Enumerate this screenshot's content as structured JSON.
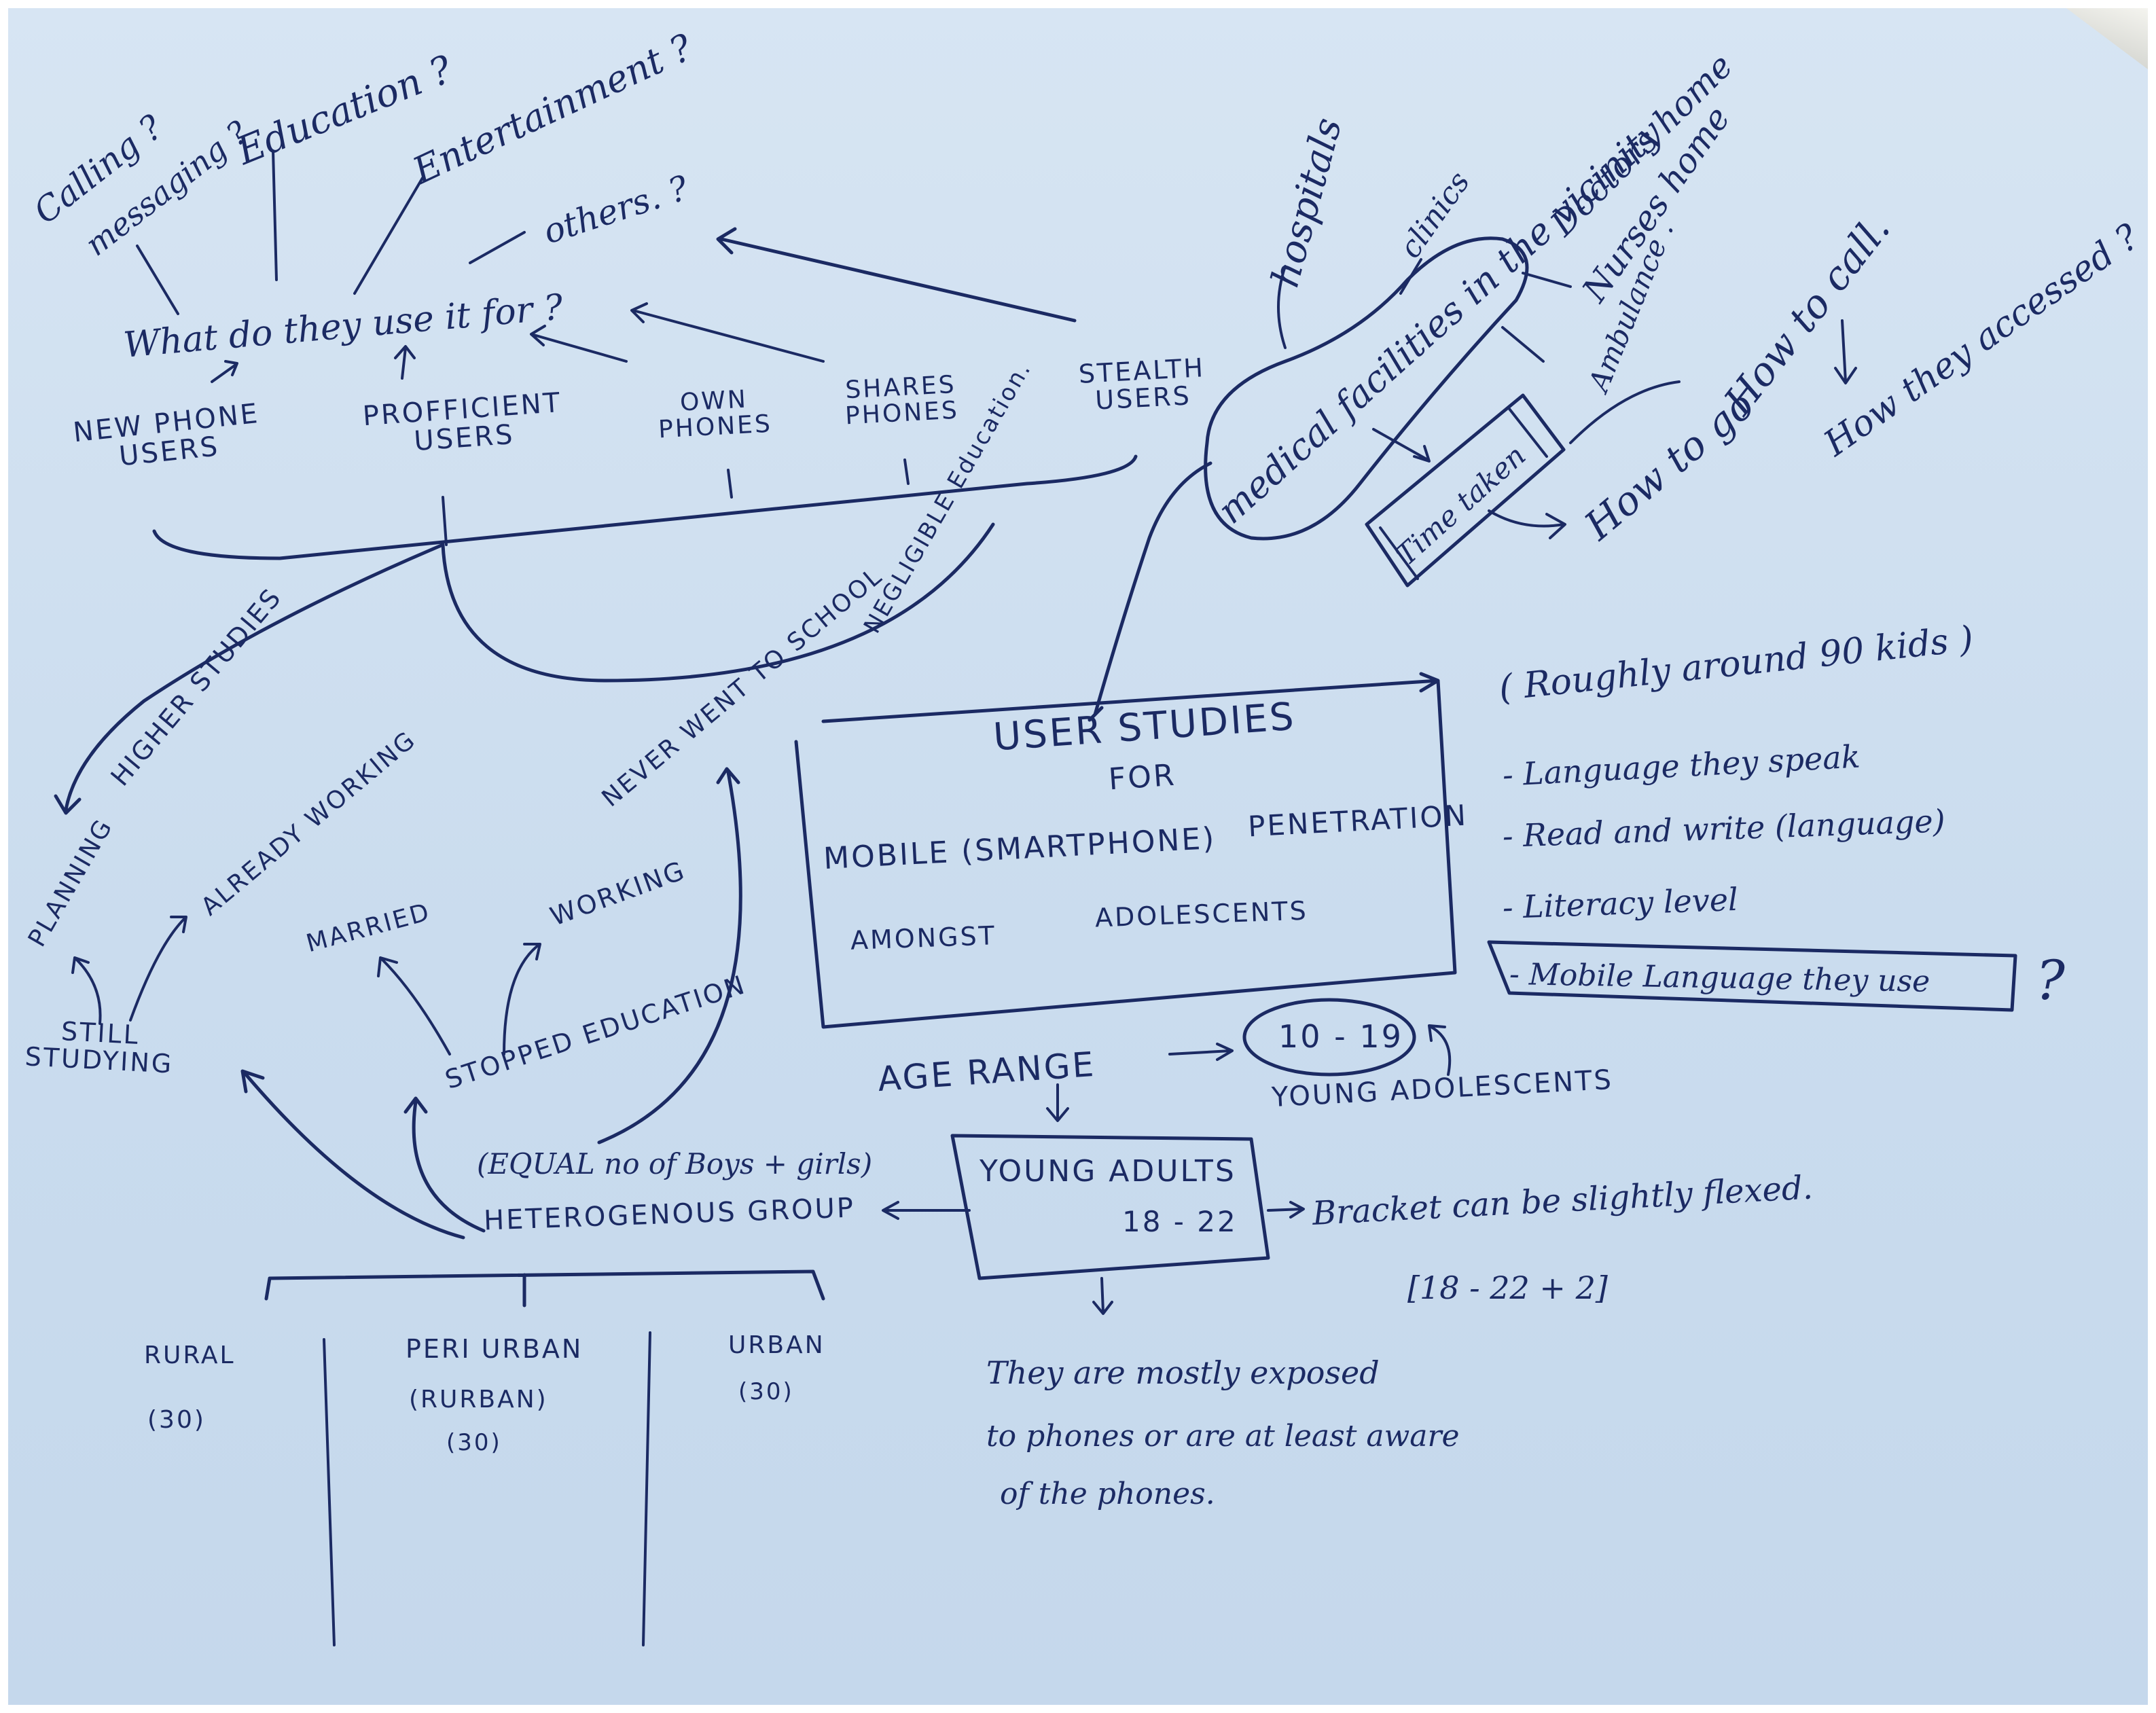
{
  "uses": {
    "calling": "Calling ?",
    "messaging": "messaging ?",
    "education": "Education ?",
    "entertainment": "Entertainment ?",
    "others": "others. ?",
    "question": "What do they use it for ?"
  },
  "user_types": {
    "new_phone_users": "NEW PHONE USERS",
    "proficient_users": "PROFFICIENT USERS",
    "own_phones": "OWN PHONES",
    "shares_phones": "SHARES PHONES",
    "stealth_users": "STEALTH USERS"
  },
  "medical": {
    "hospitals": "hospitals",
    "clinics": "clinics",
    "doctors_home": "Doctors home",
    "nurses_home": "Nurses home",
    "ambulance": "Ambulance .",
    "facilities": "medical facilities in the vicinity",
    "time_taken": "Time taken",
    "how_to_call": "How to call.",
    "how_to_go": "How to go",
    "how_accessed": "How they accessed ?"
  },
  "education_paths": {
    "higher_studies": "HIGHER STUDIES",
    "planning": "PLANNING",
    "already_working": "ALREADY WORKING",
    "never_went_to_school": "NEVER WENT TO SCHOOL",
    "negligible_education": "NEGLIGIBLE Education.",
    "married": "MARRIED",
    "working": "WORKING",
    "still_studying": "STILL STUDYING",
    "stopped_education": "STOPPED EDUCATION"
  },
  "title_box": {
    "line1": "USER STUDIES",
    "line2": "FOR",
    "line3a": "MOBILE (SMARTPHONE)",
    "line3b": "PENETRATION",
    "line4a": "AMONGST",
    "line4b": "ADOLESCENTS"
  },
  "notes": {
    "roughly": "( Roughly around 90 kids )",
    "language_speak": "- Language they speak",
    "read_write": "- Read and write (language)",
    "literacy": "- Literacy level",
    "mobile_language": "- Mobile Language they use",
    "question_mark": "?"
  },
  "age": {
    "age_range": "AGE RANGE",
    "range_value": "10 - 19",
    "young_adolescents": "YOUNG ADOLESCENTS",
    "young_adults": "YOUNG ADULTS",
    "young_adults_range": "18 - 22",
    "bracket_note": "Bracket can be slightly flexed.",
    "bracket_value": "[18 - 22 + 2]",
    "exposure_line1": "They are mostly exposed",
    "exposure_line2": "to phones or are at least aware",
    "exposure_line3": "of the phones."
  },
  "group": {
    "equal": "(EQUAL no of Boys + girls)",
    "heterogenous": "HETEROGENOUS GROUP",
    "rural": "RURAL",
    "rural_count": "(30)",
    "peri_urban": "PERI URBAN",
    "rurban": "(RURBAN)",
    "peri_count": "(30)",
    "urban": "URBAN",
    "urban_count": "(30)"
  }
}
